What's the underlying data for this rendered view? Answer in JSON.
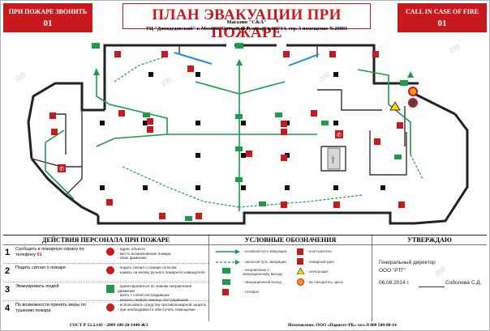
{
  "header": {
    "phone_ru_label": "ПРИ ПОЖАРЕ ЗВОНИТЬ",
    "phone_ru_number": "01",
    "title": "ПЛАН ЭВАКУАЦИИ ПРИ ПОЖАРЕ",
    "store": "Магазин \"C&A\"",
    "address": "ТЦ \"Домодедовский\" г. Москва, Ореховый бульвар, влад. 14, стр. 3 помещение №20801",
    "phone_en_label": "CALL IN CASE OF FIRE",
    "phone_en_number": "01"
  },
  "plan": {
    "elevator_label": "Лифт"
  },
  "actions": {
    "heading": "ДЕЙСТВИЯ ПЕРСОНАЛА ПРИ ПОЖАРЕ",
    "rows": [
      {
        "num": "1",
        "title_prefix": "Сообщить в пожарную охрану по телефону",
        "title_num": "01",
        "desc": "- адрес объекта\n- место возникновения пожара\n- свою фамилию"
      },
      {
        "num": "2",
        "title": "Подать сигнал о пожаре",
        "desc": "- подать сигнал о пожаре голосом\n- нажать на кнопку ручного пожарного извещателя"
      },
      {
        "num": "3",
        "title": "Эвакуировать людей",
        "desc": "- ориентироваться по знакам направления движения\n- взять с собой пострадавших\n- оказать первую помощь пострадавшим"
      },
      {
        "num": "4",
        "title": "По возможности принять меры по тушению пожара",
        "desc": "- использовать средства противопожарной защиты\n- при необходимости обесточить помещение"
      }
    ]
  },
  "legend": {
    "heading": "УСЛОВНЫЕ ОБОЗНАЧЕНИЯ",
    "items": [
      {
        "text": "- основной путь эвакуации",
        "symbol": "solid-arrow"
      },
      {
        "text": "- запасной путь эвакуации",
        "symbol": "dashed-arrow"
      },
      {
        "text": "- направление к эвакуационному выходу",
        "symbol": "exit-dir-sign"
      },
      {
        "text": "- эвакуационный выход",
        "symbol": "exit-sign"
      },
      {
        "text": "- телефон",
        "symbol": "phone-sign"
      },
      {
        "text": "- огнетушитель",
        "symbol": "extinguisher-sign"
      },
      {
        "text": "- пожарный кран",
        "symbol": "hydrant-sign"
      },
      {
        "text": "- электрощит",
        "symbol": "electric-sign"
      },
      {
        "text": "- вы находитесь здесь",
        "symbol": "you-are-here"
      }
    ]
  },
  "approval": {
    "heading": "УТВЕРЖДАЮ",
    "position": "Генеральный директор",
    "company": "ООО \"РТГ\"",
    "date": "06.08.2014 г.",
    "signature_name": "Соболева С.Д."
  },
  "footer": {
    "gost": "ГОСТ Р 12.2.143 - 2009 180-20-1440-Ж3",
    "maker": "Изготовлено: ООО «Паритет-РК» тел.:8 800 500-88-14"
  },
  "watermark": "200",
  "colors": {
    "red": "#c8191f",
    "green": "#1d9a4d",
    "blue": "#1b8fd2"
  }
}
